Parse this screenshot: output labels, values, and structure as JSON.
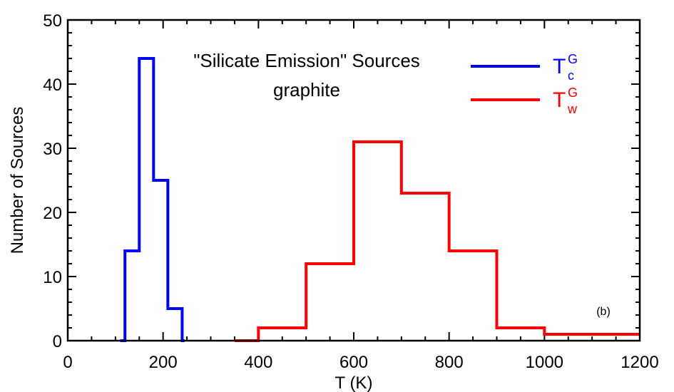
{
  "chart_data": {
    "type": "histogram",
    "xlabel": "T (K)",
    "ylabel": "Number of Sources",
    "xlim": [
      0,
      1200
    ],
    "ylim": [
      0,
      50
    ],
    "xticks": [
      "0",
      "200",
      "400",
      "600",
      "800",
      "1000",
      "1200"
    ],
    "yticks": [
      "0",
      "10",
      "20",
      "30",
      "40",
      "50"
    ],
    "annotation_lines": [
      "\"Silicate Emission\" Sources",
      "graphite"
    ],
    "panel_label": "(b)",
    "legend_position": "top-right",
    "series": [
      {
        "legend_main": "T",
        "legend_sup": "G",
        "legend_sub": "c",
        "color": "#0000ff",
        "step_x": [
          110,
          120,
          150,
          180,
          210,
          240,
          245
        ],
        "step_y": [
          0,
          14,
          44,
          25,
          5,
          0
        ]
      },
      {
        "legend_main": "T",
        "legend_sup": "G",
        "legend_sub": "w",
        "color": "#ff0000",
        "step_x": [
          350,
          400,
          500,
          600,
          700,
          800,
          900,
          1000,
          1200
        ],
        "step_y": [
          0,
          2,
          12,
          31,
          23,
          14,
          2,
          1
        ]
      }
    ]
  }
}
